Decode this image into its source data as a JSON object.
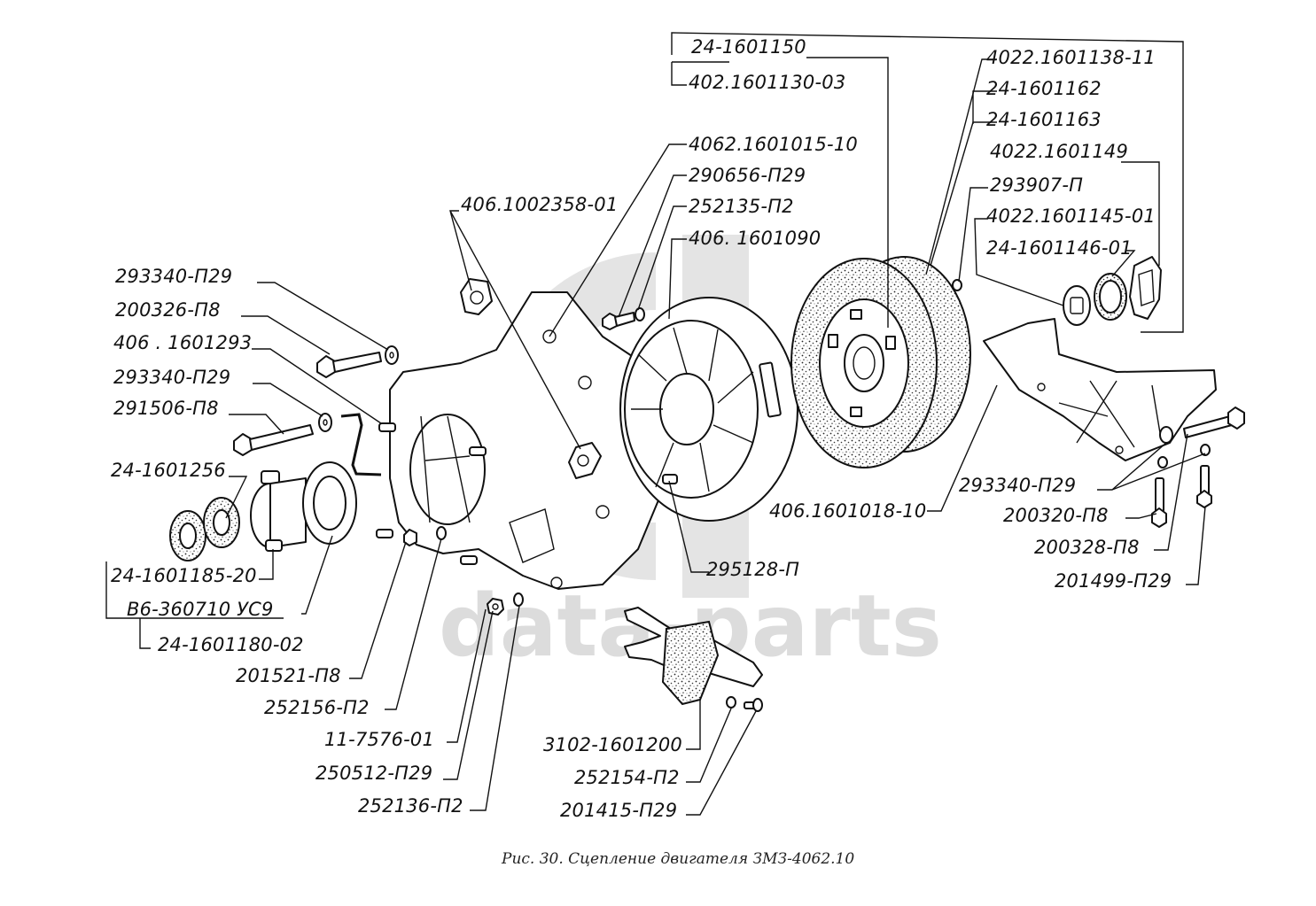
{
  "figure": {
    "caption": "Рис. 30. Сцепление двигателя ЗМЗ-4062.10",
    "watermark": "data-parts"
  },
  "labels": {
    "clutch_housing_top": "24-1601150",
    "clutch_assembly": "402.1601130-03",
    "driven_disk_assy": "4022.1601138-11",
    "spring_1": "24-1601162",
    "spring_2": "24-1601163",
    "cover_plate": "4022.1601149",
    "plug": "293907-П",
    "seal_washer": "4022.1601145-01",
    "seal_ring": "24-1601146-01",
    "pressure_plate_cover": "4062.1601015-10",
    "washer_290656": "290656-П29",
    "bolt_252135": "252135-П2",
    "pressure_plate": "406. 1601090",
    "dowel_pin": "406.1002358-01",
    "washer_left_1": "293340-П29",
    "bolt_200326": "200326-П8",
    "spring_clip": "406 . 1601293",
    "washer_left_2": "293340-П29",
    "bolt_291506": "291506-П8",
    "bearing_sleeve": "24-1601256",
    "release_sleeve": "24-1601185-20",
    "release_bearing": "В6-360710 УС9",
    "release_assy": "24-1601180-02",
    "stud_201521": "201521-П8",
    "nut_252156": "252156-П2",
    "plug_11_7576": "11-7576-01",
    "nut_250512": "250512-П29",
    "washer_252136": "252136-П2",
    "fork": "3102-1601200",
    "washer_252154": "252154-П2",
    "bolt_201415": "201415-П29",
    "pin_295128": "295128-П",
    "flywheel_housing": "406.1601018-10",
    "washer_right": "293340-П29",
    "bolt_200320": "200320-П8",
    "bolt_200328": "200328-П8",
    "bolt_201499": "201499-П29"
  }
}
